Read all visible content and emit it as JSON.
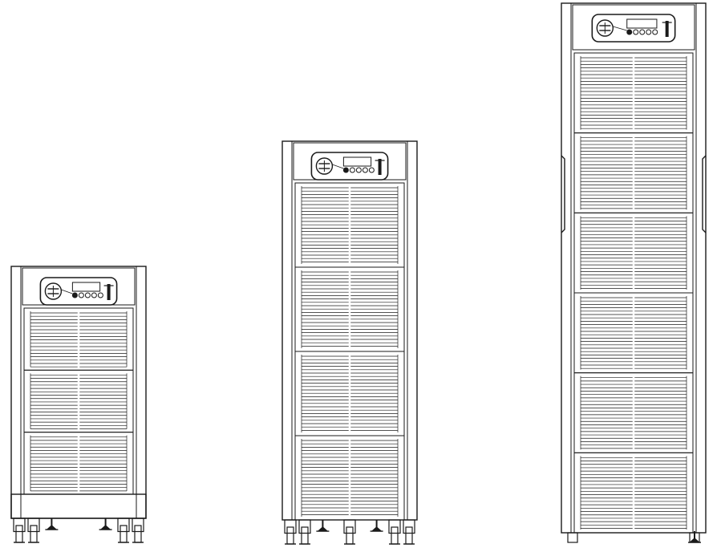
{
  "figure": {
    "cabinets": [
      {
        "id": "small",
        "grille_sections": 3,
        "wheels": "casters-with-feet",
        "has_plinth": true
      },
      {
        "id": "medium",
        "grille_sections": 4,
        "wheels": "casters-with-feet",
        "has_plinth": false
      },
      {
        "id": "large",
        "grille_sections": 6,
        "wheels": "feet",
        "has_plinth": false,
        "has_side_handle": true
      }
    ],
    "colors": {
      "line": "#1a1a1a",
      "background": "#ffffff",
      "panel": "#ffffff"
    }
  }
}
